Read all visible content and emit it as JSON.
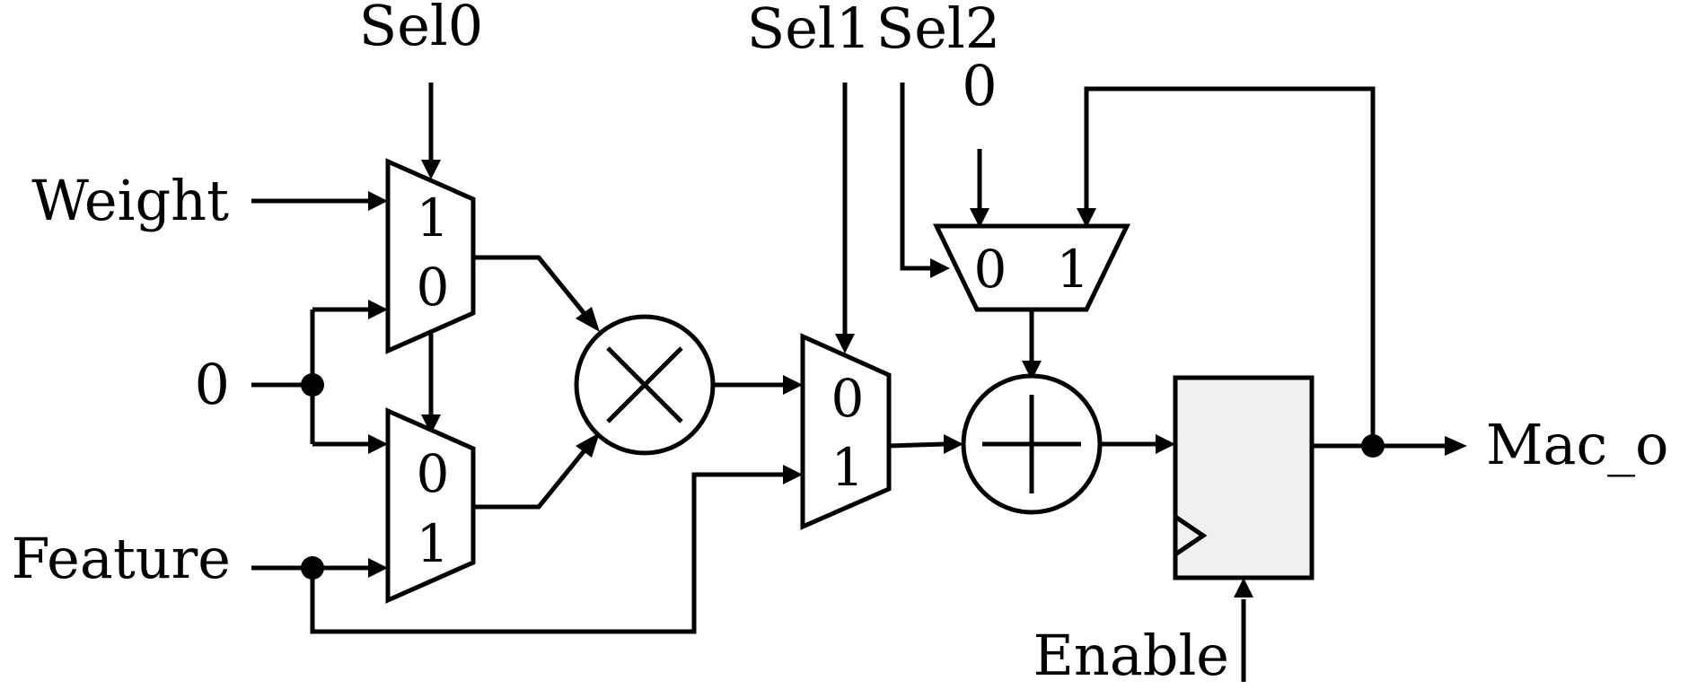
{
  "signals": {
    "sel0": "Sel0",
    "sel1": "Sel1",
    "sel2": "Sel2",
    "weight": "Weight",
    "zero_input": "0",
    "feature": "Feature",
    "zero_top": "0",
    "enable": "Enable",
    "output": "Mac_o"
  },
  "mux_a": {
    "in_top": "1",
    "in_bottom": "0"
  },
  "mux_b": {
    "in_top": "0",
    "in_bottom": "1"
  },
  "mux_c": {
    "in_top": "0",
    "in_bottom": "1"
  },
  "mux_d": {
    "in_left": "0",
    "in_right": "1"
  },
  "register": {
    "fill": "#f0f0f0"
  },
  "colors": {
    "stroke": "#000000",
    "background": "#ffffff"
  }
}
